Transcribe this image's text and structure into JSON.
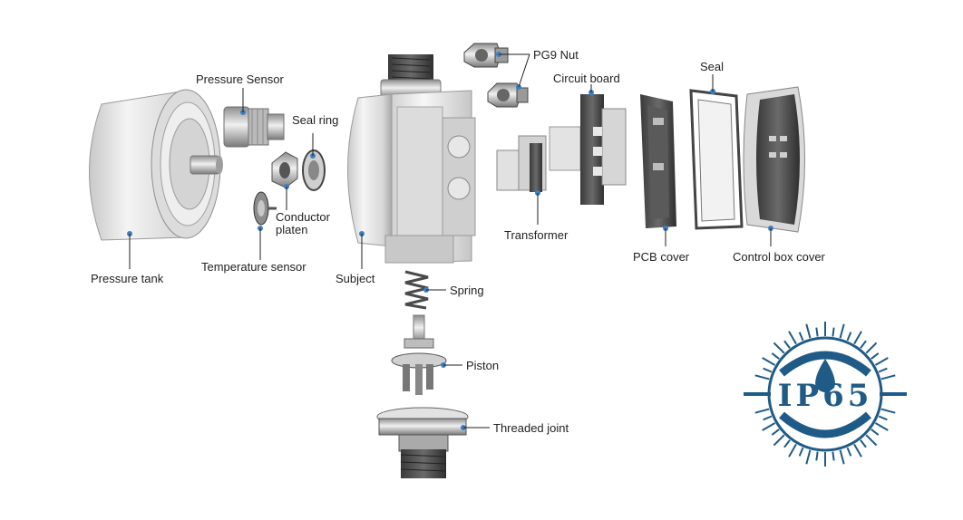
{
  "colors": {
    "leader_line": "#1f1f1f",
    "callout_dot": "#3a7fc1",
    "part_light": "#e8e8e8",
    "part_mid": "#bdbdbd",
    "part_dark": "#4a4a4a",
    "badge_blue": "#1f5b86"
  },
  "labels": {
    "pressure_tank": "Pressure tank",
    "pressure_sensor": "Pressure Sensor",
    "seal_ring": "Seal ring",
    "conductor_platen": [
      "Conductor",
      "platen"
    ],
    "temperature_sensor": "Temperature sensor",
    "subject": "Subject",
    "pg9_nut": "PG9 Nut",
    "circuit_board": "Circuit board",
    "seal": "Seal",
    "transformer": "Transformer",
    "pcb_cover": "PCB cover",
    "control_box_cover": "Control box cover",
    "spring": "Spring",
    "piston": "Piston",
    "threaded_joint": "Threaded joint"
  },
  "badge": {
    "text": "IP65",
    "icon": "water-drop-icon"
  }
}
